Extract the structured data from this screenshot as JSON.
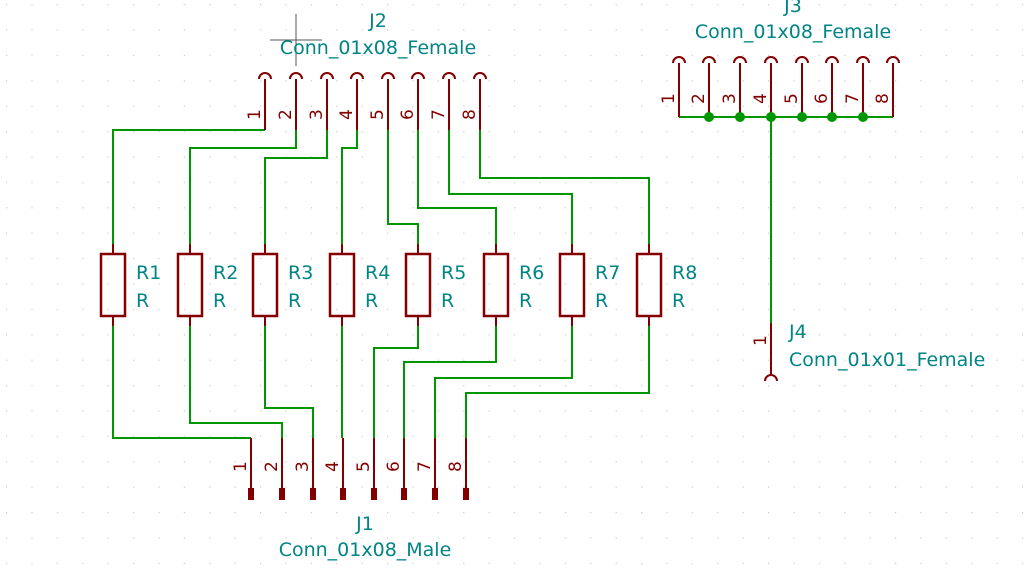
{
  "title": "",
  "colors": {
    "background": "#ffffff",
    "grid_dot": "#c8c8c8",
    "wire": "#009600",
    "component": "#840000",
    "label": "#008484",
    "junction": "#009600"
  },
  "components": {
    "J1": {
      "ref": "J1",
      "value": "Conn_01x08_Male",
      "pins": [
        "1",
        "2",
        "3",
        "4",
        "5",
        "6",
        "7",
        "8"
      ]
    },
    "J2": {
      "ref": "J2",
      "value": "Conn_01x08_Female",
      "pins": [
        "1",
        "2",
        "3",
        "4",
        "5",
        "6",
        "7",
        "8"
      ]
    },
    "J3": {
      "ref": "J3",
      "value": "Conn_01x08_Female",
      "pins": [
        "1",
        "2",
        "3",
        "4",
        "5",
        "6",
        "7",
        "8"
      ]
    },
    "J4": {
      "ref": "J4",
      "value": "Conn_01x01_Female",
      "pins": [
        "1"
      ]
    },
    "resistors": [
      {
        "ref": "R1",
        "value": "R"
      },
      {
        "ref": "R2",
        "value": "R"
      },
      {
        "ref": "R3",
        "value": "R"
      },
      {
        "ref": "R4",
        "value": "R"
      },
      {
        "ref": "R5",
        "value": "R"
      },
      {
        "ref": "R6",
        "value": "R"
      },
      {
        "ref": "R7",
        "value": "R"
      },
      {
        "ref": "R8",
        "value": "R"
      }
    ]
  }
}
